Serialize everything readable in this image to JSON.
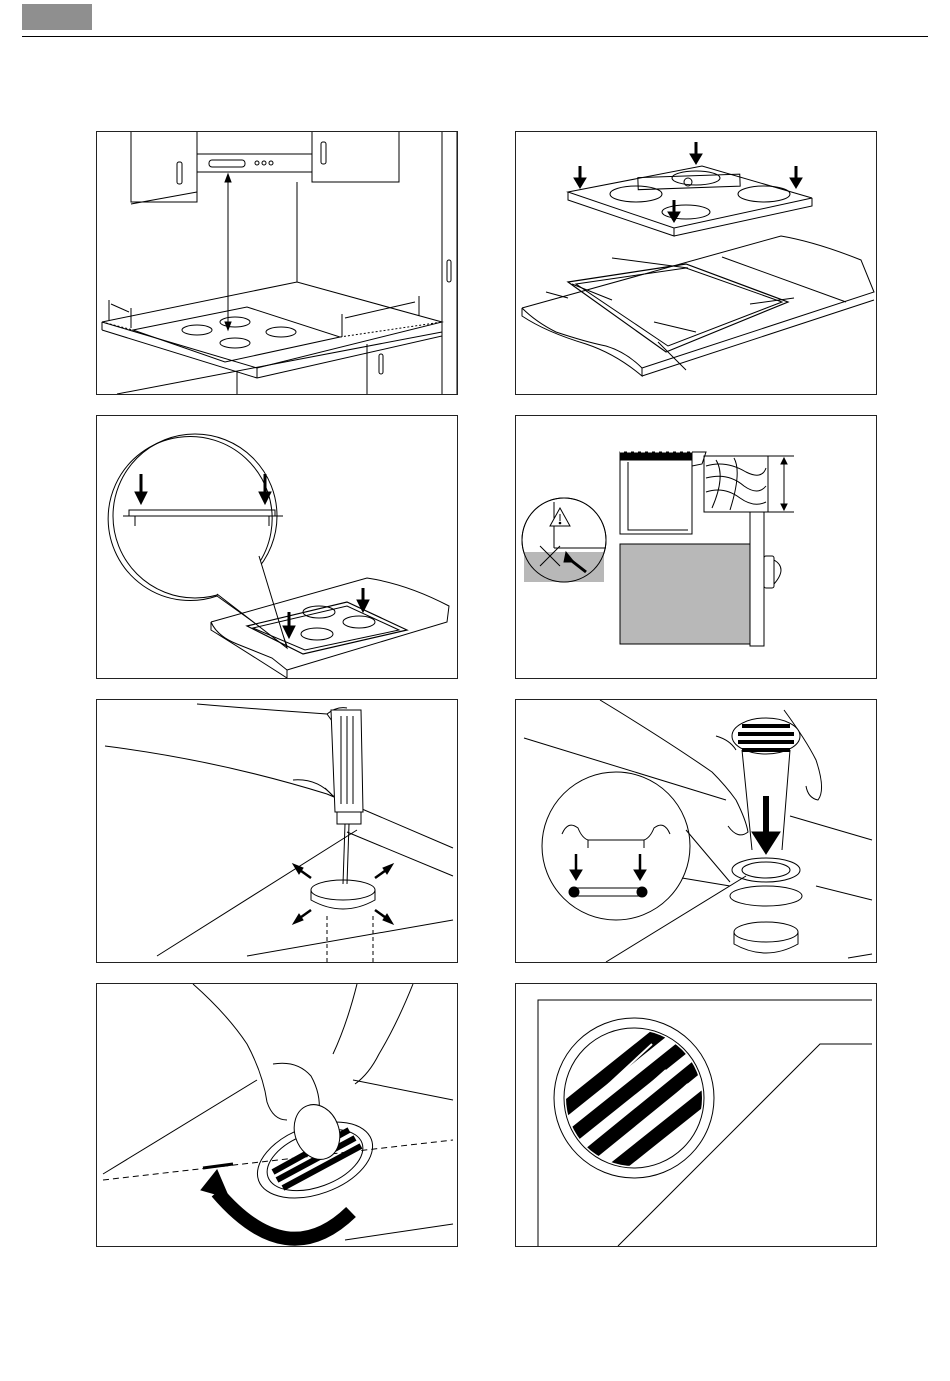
{
  "page": {
    "header": {
      "tab_color": "#8f8f8f",
      "rule_color": "#000000"
    },
    "figures": [
      {
        "id": "fig-1",
        "icon": "kitchen-hood-clearance-illustration"
      },
      {
        "id": "fig-2",
        "icon": "hob-leveling-cutout-illustration"
      },
      {
        "id": "fig-3",
        "icon": "hob-edge-press-detail-illustration"
      },
      {
        "id": "fig-4",
        "icon": "worktop-section-warning-illustration"
      },
      {
        "id": "fig-5",
        "icon": "screwdriver-hole-illustration"
      },
      {
        "id": "fig-6",
        "icon": "grommet-insert-illustration"
      },
      {
        "id": "fig-7",
        "icon": "knob-rotate-illustration"
      },
      {
        "id": "fig-8",
        "icon": "knob-detail-illustration"
      }
    ]
  }
}
